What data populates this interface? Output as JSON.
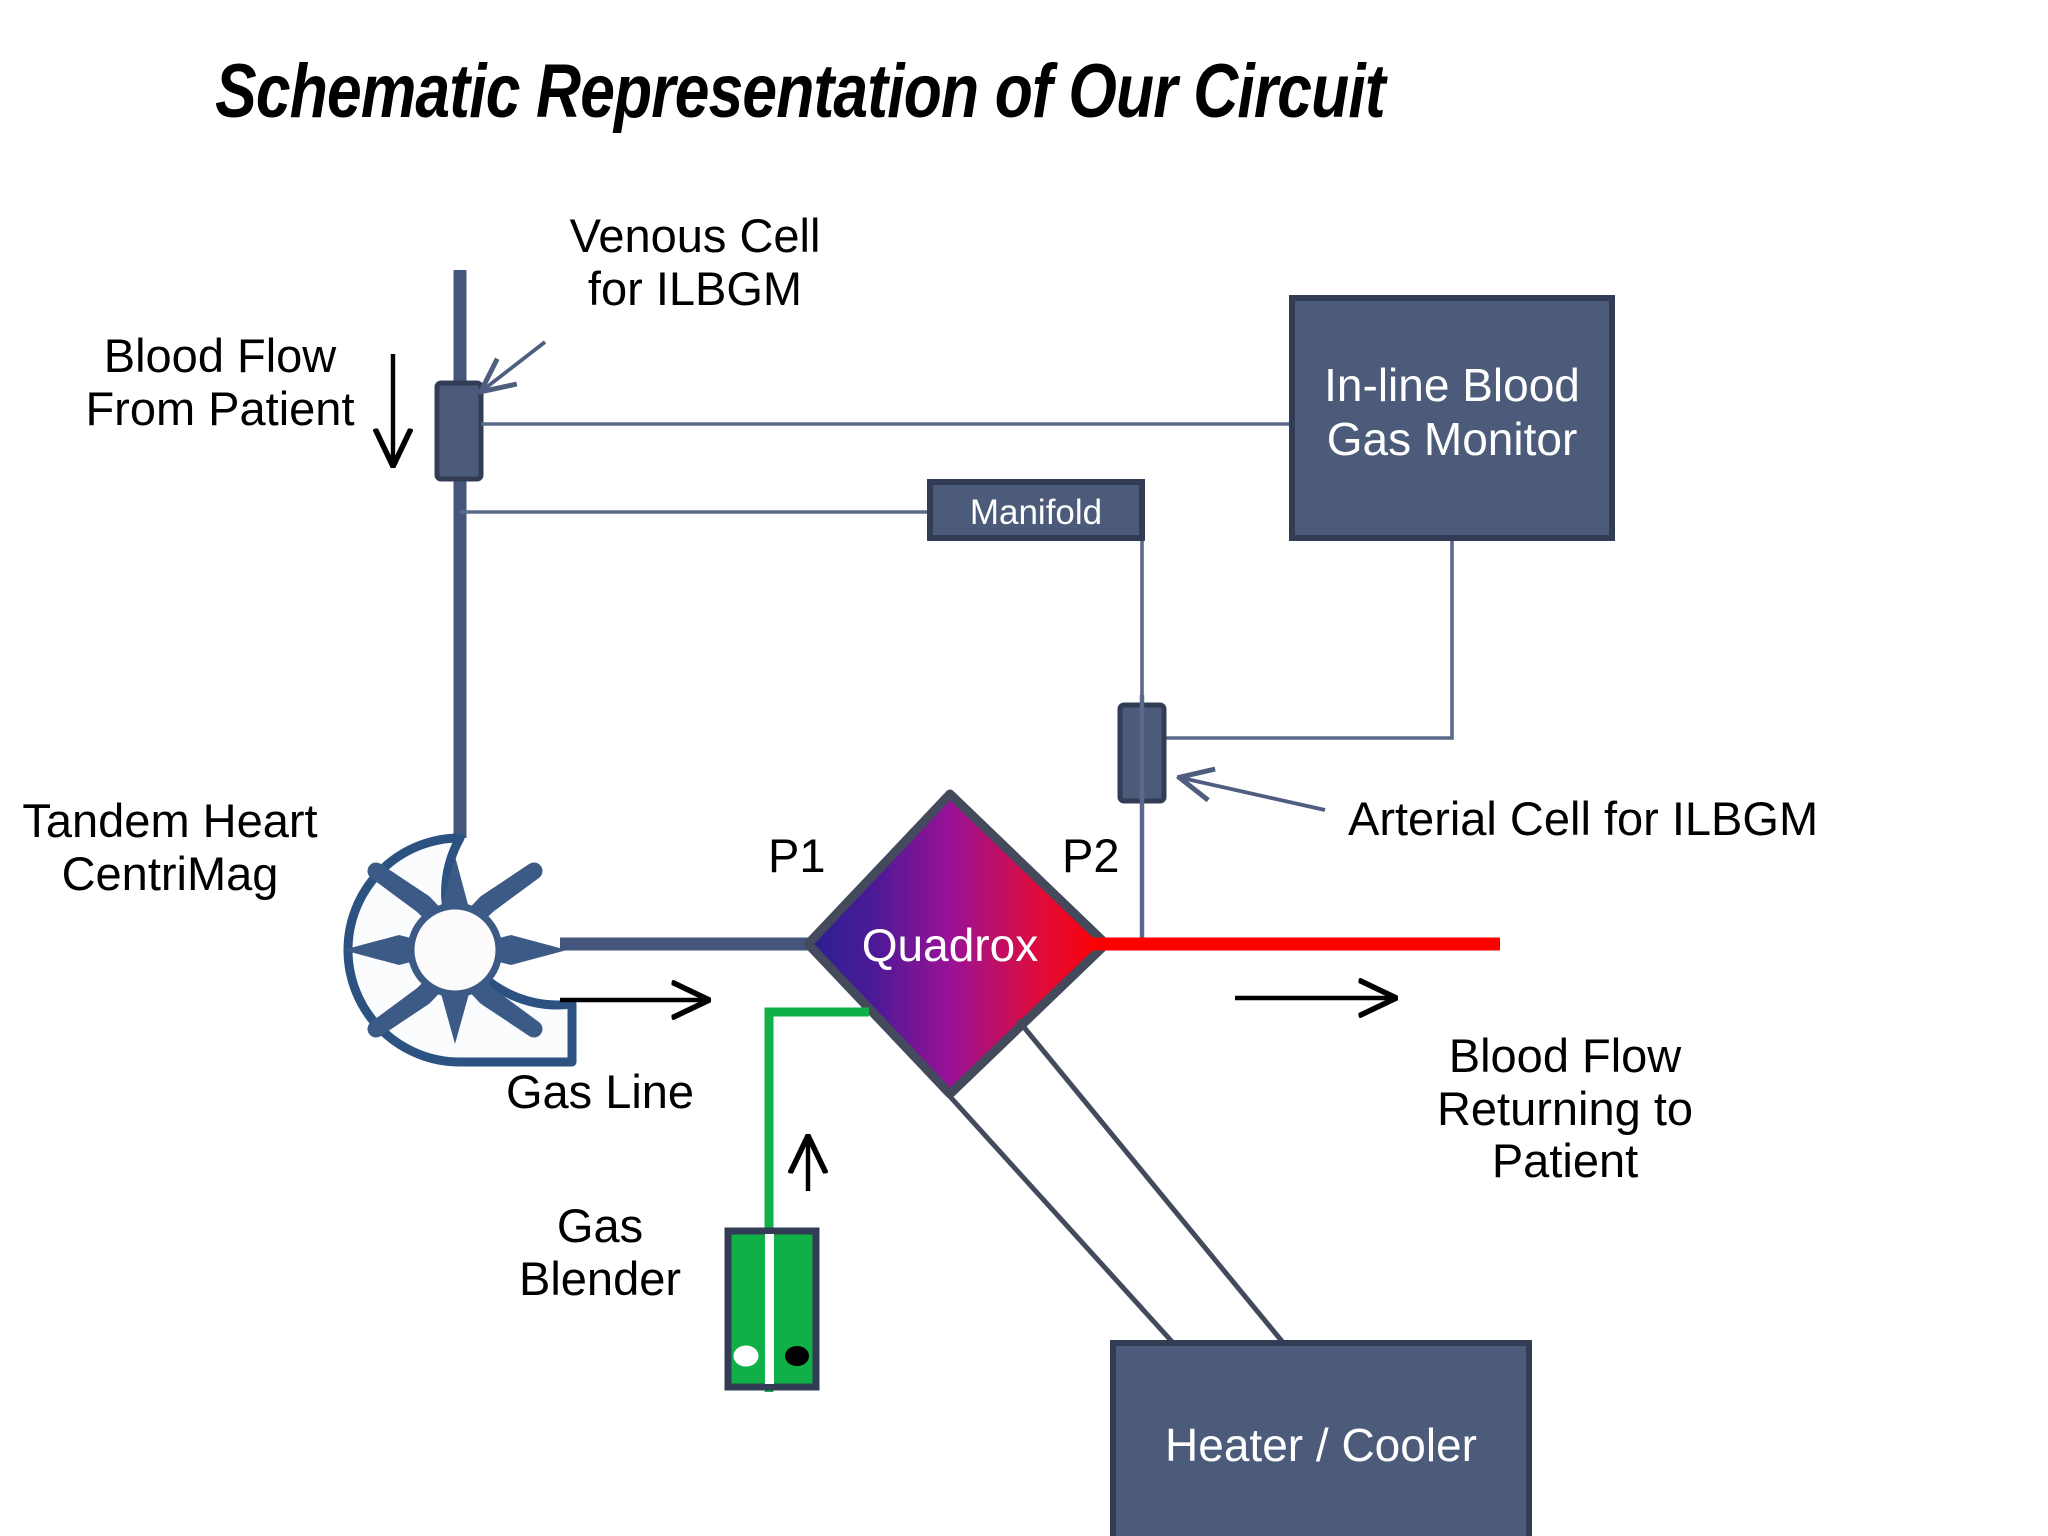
{
  "title": "Schematic Representation of Our Circuit",
  "colors": {
    "tube_blue": "#44567d",
    "box_fill": "#4c5b79",
    "box_border": "#323c54",
    "thin_line": "#5b6a8c",
    "arterial_red": "#fe0000",
    "gas_green": "#10af48",
    "quadrox_left": "#2c1f93",
    "quadrox_mid": "#9a1196",
    "quadrox_right": "#fe0000",
    "quadrox_border": "#434a5c",
    "text_black": "#000000",
    "text_white": "#ffffff"
  },
  "labels": {
    "blood_flow_from_patient": "Blood Flow\nFrom Patient",
    "venous_cell": "Venous Cell\nfor ILBGM",
    "tandem_heart": "Tandem Heart\nCentriMag",
    "arterial_cell": "Arterial Cell for ILBGM",
    "gas_line": "Gas Line",
    "gas_blender": "Gas\nBlender",
    "blood_flow_returning": "Blood Flow\nReturning to\nPatient",
    "p1": "P1",
    "p2": "P2"
  },
  "nodes": {
    "ilbgm_monitor": "In-line Blood\nGas Monitor",
    "manifold": "Manifold",
    "heater_cooler": "Heater / Cooler",
    "quadrox": "Quadrox"
  },
  "icons": {
    "venous_cell": "venous-cell-icon",
    "arterial_cell": "arterial-cell-icon",
    "pump": "centrifugal-pump-icon",
    "impeller": "impeller-star-icon",
    "down_arrow": "down-arrow-icon",
    "right_arrow_pre_oxy": "right-arrow-icon",
    "right_arrow_post_oxy": "right-arrow-icon",
    "up_arrow_gas": "up-arrow-icon",
    "pointer_venous": "arrow-pointer-icon",
    "pointer_arterial": "arrow-pointer-icon",
    "blender_port_white": "blender-port-white-icon",
    "blender_port_black": "blender-port-black-icon"
  }
}
